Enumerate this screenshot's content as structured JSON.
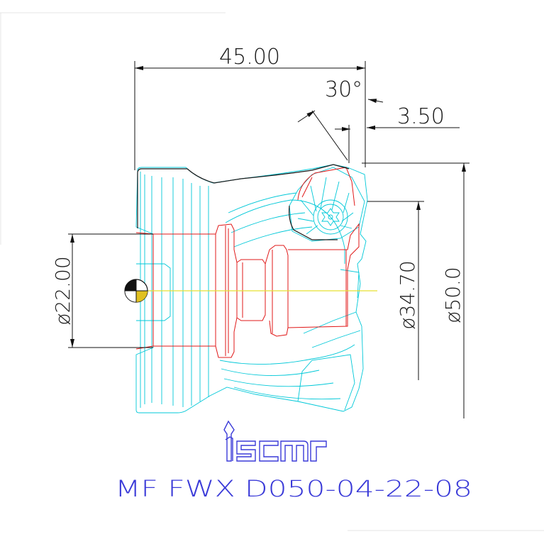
{
  "dimensions": {
    "overall_length": "45.00",
    "chamfer_angle": "30°",
    "offset": "3.50",
    "bore_diameter": "ø22.00",
    "inner_diameter": "ø34.70",
    "outer_diameter": "ø50.0"
  },
  "brand": {
    "logo_text": "iscar"
  },
  "model": {
    "designation": "MF FWX D050-04-22-08"
  },
  "colors": {
    "dimension": "#111111",
    "body_outline": "#00c8d8",
    "section": "#e01818",
    "centerline": "#e8e030",
    "text": "#3a3ad8"
  },
  "icons": [
    "center-of-gravity-icon",
    "torx-screw-icon",
    "iscar-logo-icon"
  ]
}
